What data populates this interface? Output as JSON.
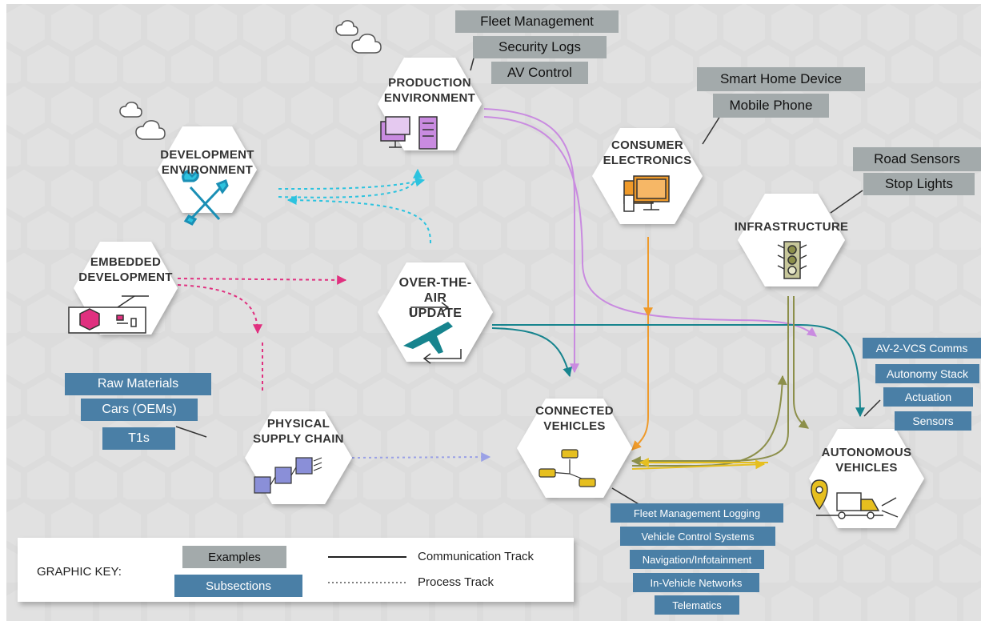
{
  "nodes": {
    "development": "DEVELOPMENT\nENVIRONMENT",
    "production": "PRODUCTION\nENVIRONMENT",
    "consumer": "CONSUMER\nELECTRONICS",
    "infrastructure": "INFRASTRUCTURE",
    "embedded": "EMBEDDED\nDEVELOPMENT",
    "ota": "OVER-THE-\nAIR\nUPDATE",
    "connected": "CONNECTED\nVEHICLES",
    "physical": "PHYSICAL\nSUPPLY CHAIN",
    "autonomous": "AUTONOMOUS\nVEHICLES"
  },
  "production_examples": [
    "Fleet Management",
    "Security Logs",
    "AV Control"
  ],
  "consumer_examples": [
    "Smart Home Device",
    "Mobile Phone"
  ],
  "infrastructure_examples": [
    "Road Sensors",
    "Stop Lights"
  ],
  "physical_subsections": [
    "Raw Materials",
    "Cars (OEMs)",
    "T1s"
  ],
  "autonomous_subsections": [
    "AV-2-VCS Comms",
    "Autonomy Stack",
    "Actuation",
    "Sensors"
  ],
  "connected_subsections": [
    "Fleet Management Logging",
    "Vehicle Control Systems",
    "Navigation/Infotainment",
    "In-Vehicle Networks",
    "Telematics"
  ],
  "key": {
    "title": "GRAPHIC KEY:",
    "examples": "Examples",
    "subsections": "Subsections",
    "communication": "Communication Track",
    "process": "Process Track"
  },
  "colors": {
    "background": "#dcdcdc",
    "hexagon": "#ffffff",
    "example_box": "#a3aaab",
    "subsection_box": "#4a7fa6",
    "track_cyan": "#2cc3df",
    "track_magenta": "#e0307f",
    "track_purple": "#c98be0",
    "track_orange": "#ef9a2a",
    "track_teal": "#17848e",
    "track_olive": "#8c8f4a",
    "track_yellow": "#e6bf1f",
    "track_lavender": "#9aa1e6"
  }
}
